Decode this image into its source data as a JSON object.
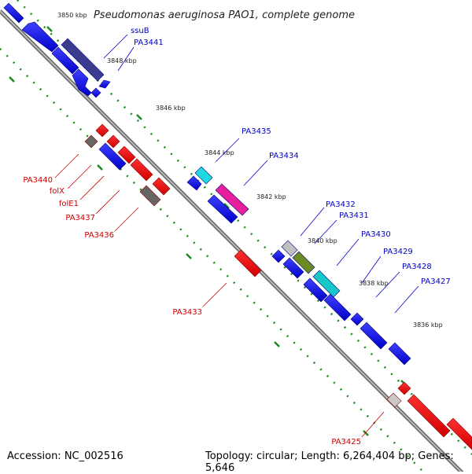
{
  "title": "Pseudomonas aeruginosa PAO1, complete genome",
  "colors": {
    "forward": "#0000e6",
    "reverse": "#e60000",
    "backbone": "#888888",
    "tick": "#1a8a1a",
    "label_blue": "#0000cc",
    "label_red": "#cc0000"
  },
  "scale_labels": [
    "3850 kbp",
    "3848 kbp",
    "3846 kbp",
    "3844 kbp",
    "3842 kbp",
    "3840 kbp",
    "3838 kbp",
    "3836 kbp"
  ],
  "forward_labels": [
    "ssuB",
    "PA3441",
    "PA3435",
    "PA3434",
    "PA3432",
    "PA3431",
    "PA3430",
    "PA3429",
    "PA3428",
    "PA3427"
  ],
  "reverse_labels": [
    "PA3440",
    "folX",
    "folE1",
    "PA3437",
    "PA3436",
    "PA3433",
    "PA3425"
  ],
  "footer": {
    "accession": "Accession: NC_002516",
    "topology": "Topology: circular; Length: 6,264,404 bp; Genes: 5,646"
  }
}
